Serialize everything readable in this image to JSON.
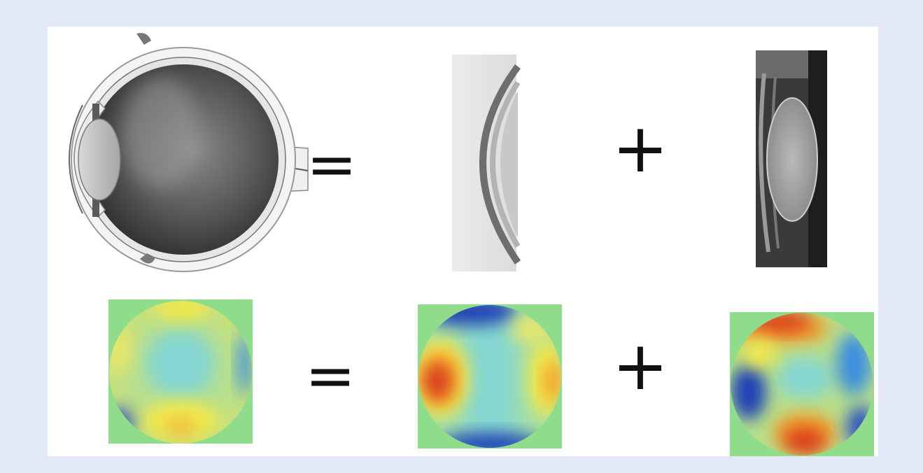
{
  "figure": {
    "rows": [
      {
        "name": "anatomy-row",
        "items": [
          "whole-eye",
          "cornea",
          "crystalline-lens"
        ],
        "operators": [
          "=",
          "+"
        ]
      },
      {
        "name": "wavefront-map-row",
        "items": [
          "total-wavefront-map",
          "corneal-wavefront-map",
          "internal-wavefront-map"
        ],
        "operators": [
          "=",
          "+"
        ]
      }
    ]
  },
  "operators": {
    "equals": "=",
    "plus": "+"
  },
  "colors": {
    "background": "#e2e8f6",
    "panel": "#ffffff",
    "map_background": "#8fdc8a",
    "colormap": [
      "#1f3fb8",
      "#3a8fe0",
      "#7ad9e0",
      "#f2e84a",
      "#f39a2a",
      "#d83a1c"
    ]
  }
}
